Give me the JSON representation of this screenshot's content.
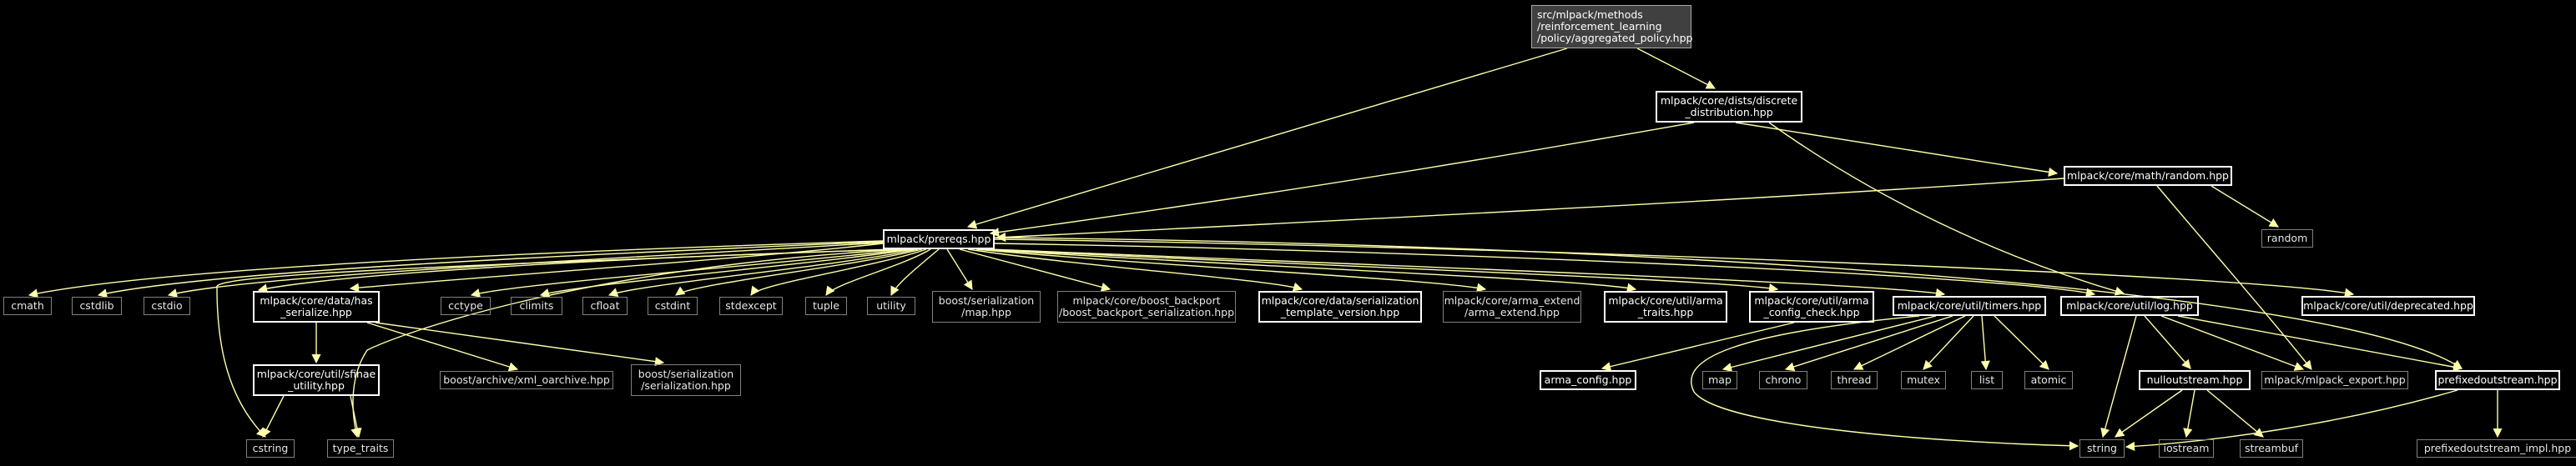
{
  "colors": {
    "background": "#000000",
    "edge": "#ffffaa",
    "box_bright": "#ffffff",
    "box_dim": "#808080",
    "root_fill": "#404040"
  },
  "nodes": {
    "root": {
      "lines": [
        "src/mlpack/methods",
        "/reinforcement_learning",
        "/policy/aggregated_policy.hpp"
      ]
    },
    "discrete": {
      "lines": [
        "mlpack/core/dists/discrete",
        "_distribution.hpp"
      ]
    },
    "random_hpp": {
      "lines": [
        "mlpack/core/math/random.hpp"
      ]
    },
    "random": {
      "lines": [
        "random"
      ]
    },
    "prereqs": {
      "lines": [
        "mlpack/prereqs.hpp"
      ]
    },
    "cmath": {
      "lines": [
        "cmath"
      ]
    },
    "cstdlib": {
      "lines": [
        "cstdlib"
      ]
    },
    "cstdio": {
      "lines": [
        "cstdio"
      ]
    },
    "has_ser": {
      "lines": [
        "mlpack/core/data/has",
        "_serialize.hpp"
      ]
    },
    "cctype": {
      "lines": [
        "cctype"
      ]
    },
    "climits": {
      "lines": [
        "climits"
      ]
    },
    "cfloat": {
      "lines": [
        "cfloat"
      ]
    },
    "cstdint": {
      "lines": [
        "cstdint"
      ]
    },
    "stdexcept": {
      "lines": [
        "stdexcept"
      ]
    },
    "tuple": {
      "lines": [
        "tuple"
      ]
    },
    "utility": {
      "lines": [
        "utility"
      ]
    },
    "map_hpp": {
      "lines": [
        "boost/serialization",
        "/map.hpp"
      ]
    },
    "backport": {
      "lines": [
        "mlpack/core/boost_backport",
        "/boost_backport_serialization.hpp"
      ]
    },
    "templ": {
      "lines": [
        "mlpack/core/data/serialization",
        "_template_version.hpp"
      ]
    },
    "arma_ext": {
      "lines": [
        "mlpack/core/arma_extend",
        "/arma_extend.hpp"
      ]
    },
    "arma_tr": {
      "lines": [
        "mlpack/core/util/arma",
        "_traits.hpp"
      ]
    },
    "arma_cc": {
      "lines": [
        "mlpack/core/util/arma",
        "_config_check.hpp"
      ]
    },
    "timers": {
      "lines": [
        "mlpack/core/util/timers.hpp"
      ]
    },
    "log": {
      "lines": [
        "mlpack/core/util/log.hpp"
      ]
    },
    "deprecated": {
      "lines": [
        "mlpack/core/util/deprecated.hpp"
      ]
    },
    "sfinae": {
      "lines": [
        "mlpack/core/util/sfinae",
        "_utility.hpp"
      ]
    },
    "xml": {
      "lines": [
        "boost/archive/xml_oarchive.hpp"
      ]
    },
    "ser_hpp": {
      "lines": [
        "boost/serialization",
        "/serialization.hpp"
      ]
    },
    "arma_cfg": {
      "lines": [
        "arma_config.hpp"
      ]
    },
    "map": {
      "lines": [
        "map"
      ]
    },
    "chrono": {
      "lines": [
        "chrono"
      ]
    },
    "thread": {
      "lines": [
        "thread"
      ]
    },
    "mutex": {
      "lines": [
        "mutex"
      ]
    },
    "list": {
      "lines": [
        "list"
      ]
    },
    "atomic": {
      "lines": [
        "atomic"
      ]
    },
    "nullout": {
      "lines": [
        "nulloutstream.hpp"
      ]
    },
    "export": {
      "lines": [
        "mlpack/mlpack_export.hpp"
      ]
    },
    "prefixed": {
      "lines": [
        "prefixedoutstream.hpp"
      ]
    },
    "cstring": {
      "lines": [
        "cstring"
      ]
    },
    "type_traits": {
      "lines": [
        "type_traits"
      ]
    },
    "string": {
      "lines": [
        "string"
      ]
    },
    "iostream": {
      "lines": [
        "iostream"
      ]
    },
    "streambuf": {
      "lines": [
        "streambuf"
      ]
    },
    "prefixed_impl": {
      "lines": [
        "prefixedoutstream_impl.hpp"
      ]
    }
  }
}
